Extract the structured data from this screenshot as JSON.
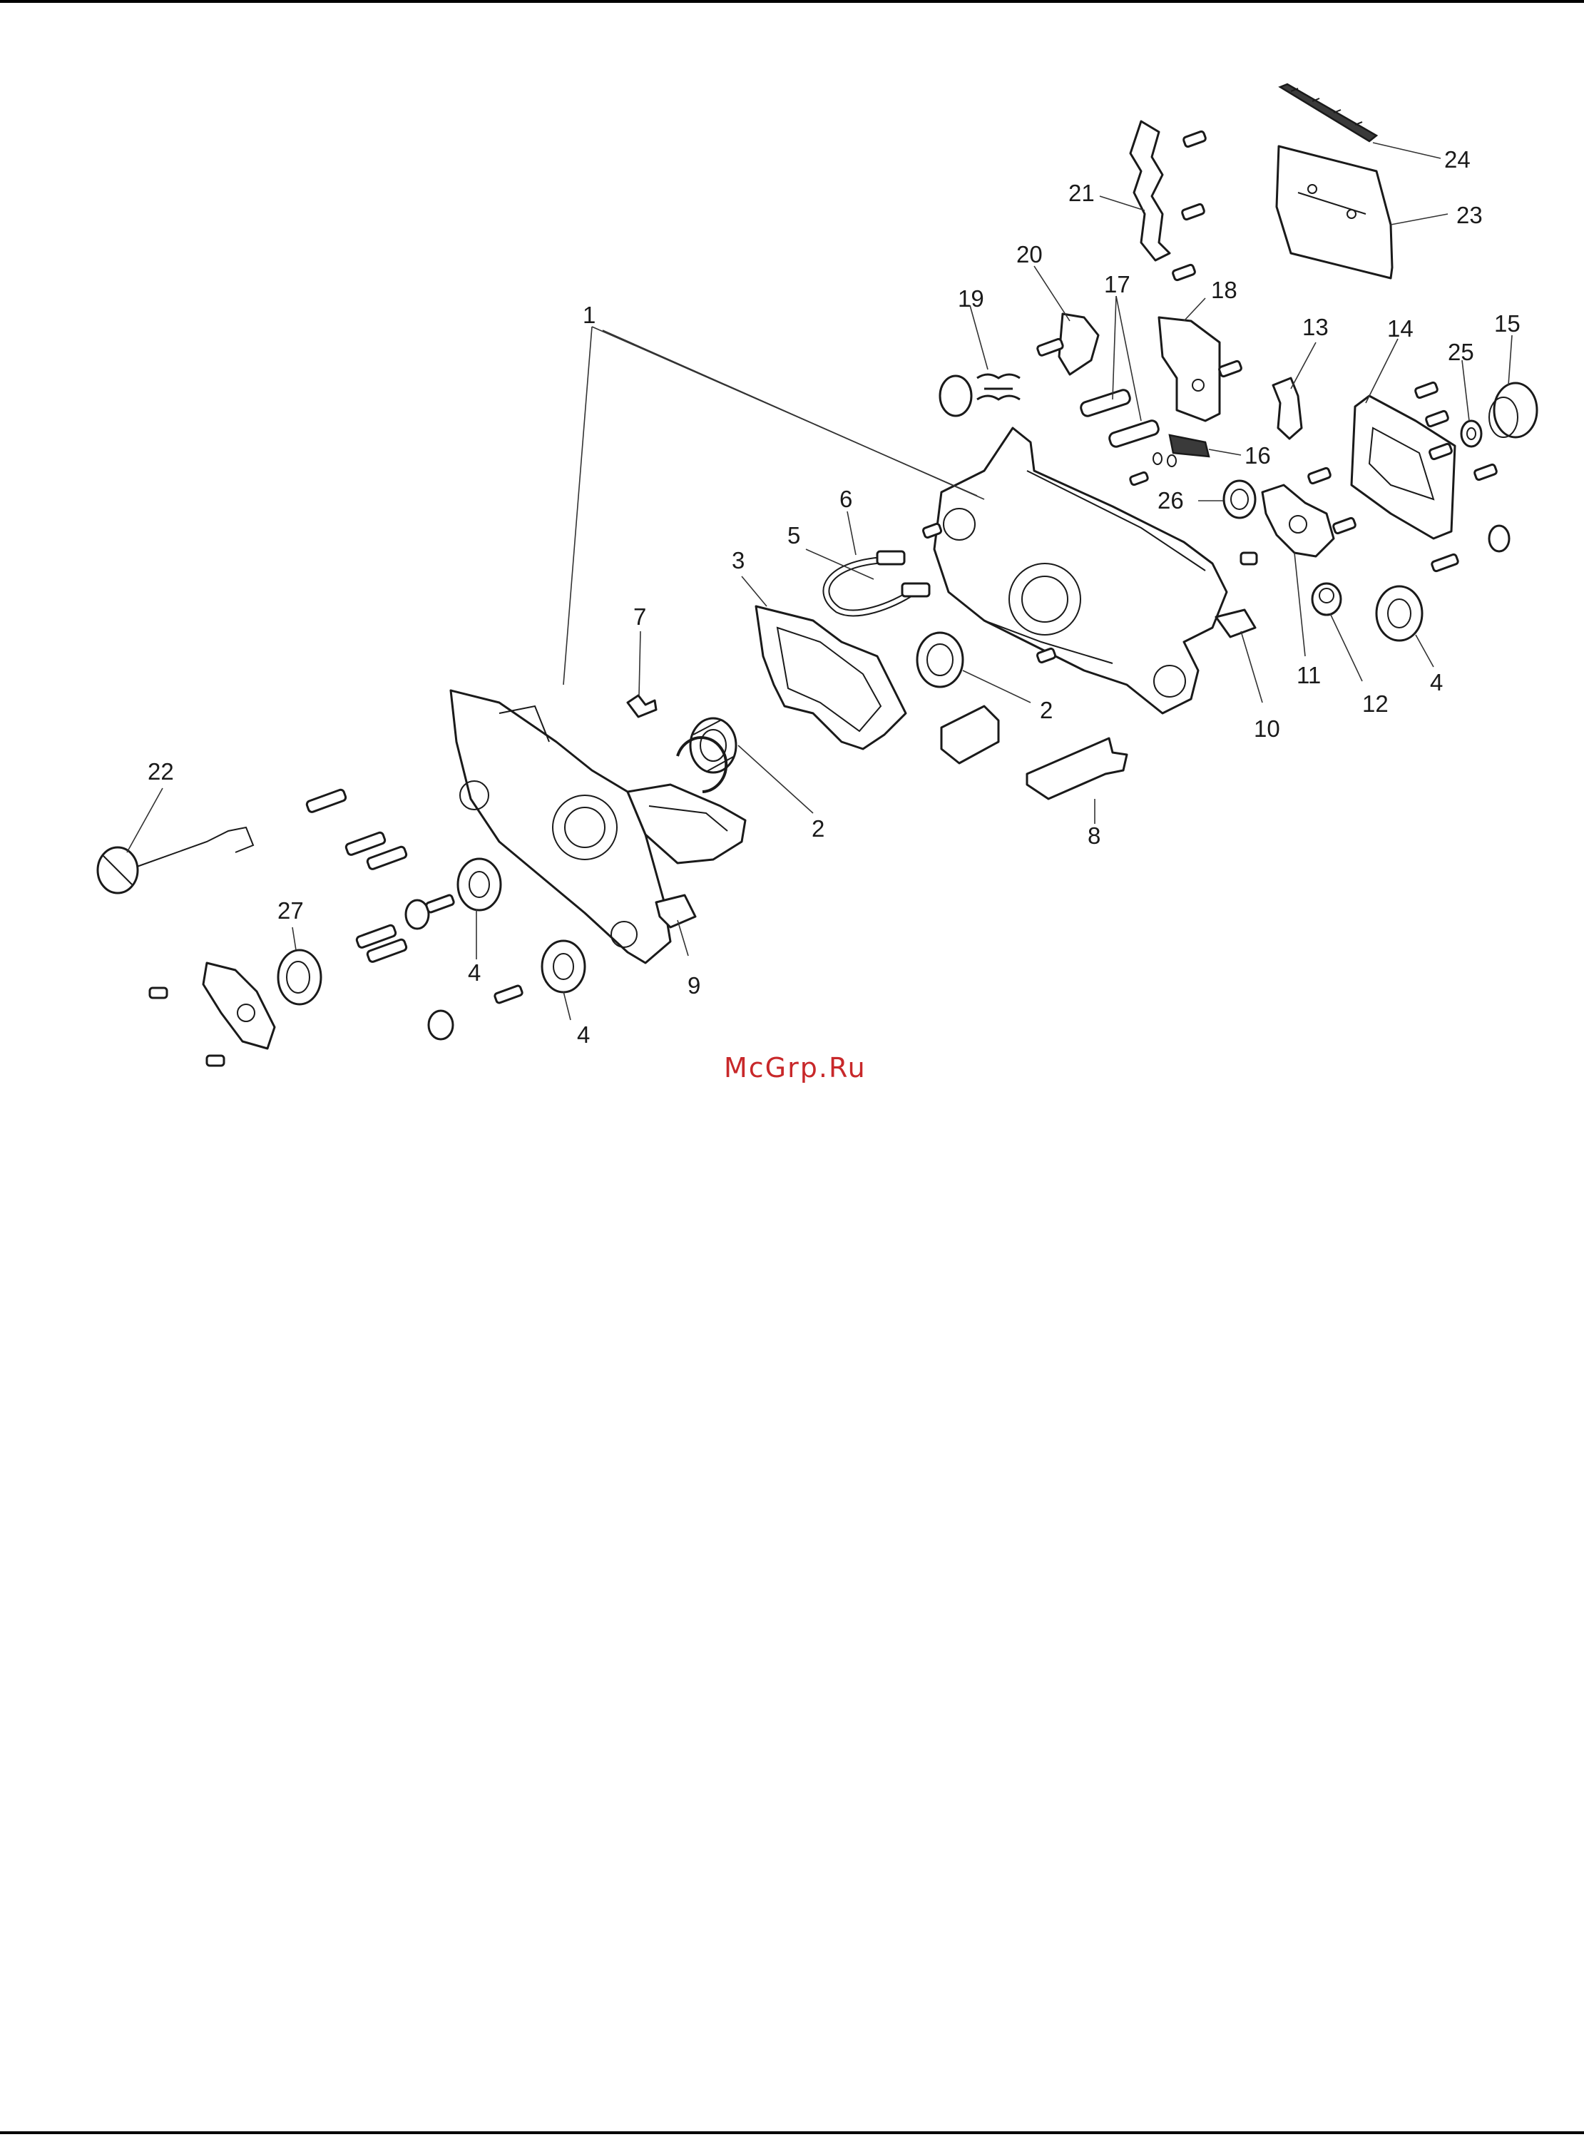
{
  "watermark": "McGrp.Ru",
  "callouts": [
    {
      "id": "c1",
      "label": "1"
    },
    {
      "id": "c2a",
      "label": "2"
    },
    {
      "id": "c2b",
      "label": "2"
    },
    {
      "id": "c3",
      "label": "3"
    },
    {
      "id": "c4a",
      "label": "4"
    },
    {
      "id": "c4b",
      "label": "4"
    },
    {
      "id": "c4c",
      "label": "4"
    },
    {
      "id": "c5",
      "label": "5"
    },
    {
      "id": "c6",
      "label": "6"
    },
    {
      "id": "c7",
      "label": "7"
    },
    {
      "id": "c8",
      "label": "8"
    },
    {
      "id": "c9",
      "label": "9"
    },
    {
      "id": "c10",
      "label": "10"
    },
    {
      "id": "c11",
      "label": "11"
    },
    {
      "id": "c12",
      "label": "12"
    },
    {
      "id": "c13",
      "label": "13"
    },
    {
      "id": "c14",
      "label": "14"
    },
    {
      "id": "c15",
      "label": "15"
    },
    {
      "id": "c16",
      "label": "16"
    },
    {
      "id": "c17",
      "label": "17"
    },
    {
      "id": "c18",
      "label": "18"
    },
    {
      "id": "c19",
      "label": "19"
    },
    {
      "id": "c20",
      "label": "20"
    },
    {
      "id": "c21",
      "label": "21"
    },
    {
      "id": "c22",
      "label": "22"
    },
    {
      "id": "c23",
      "label": "23"
    },
    {
      "id": "c24",
      "label": "24"
    },
    {
      "id": "c25",
      "label": "25"
    },
    {
      "id": "c26",
      "label": "26"
    },
    {
      "id": "c27",
      "label": "27"
    }
  ]
}
